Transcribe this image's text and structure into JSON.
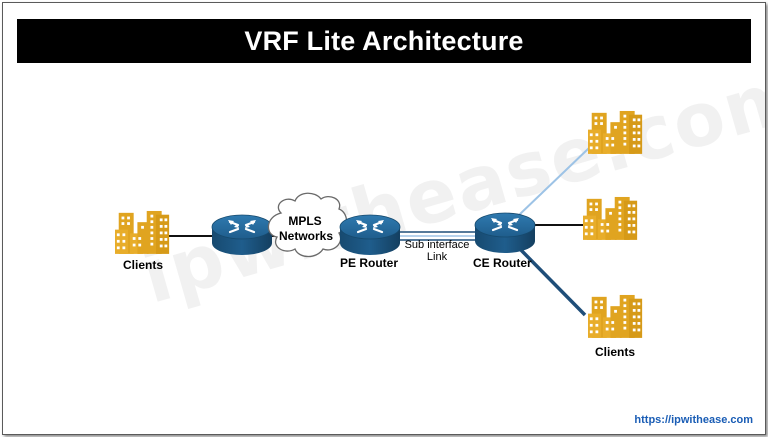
{
  "title": "VRF Lite Architecture",
  "watermark": "ipwithease.com",
  "nodes": {
    "left_clients": "Clients",
    "mpls_line1": "MPLS",
    "mpls_line2": "Networks",
    "pe_router": "PE Router",
    "ce_router": "CE Router",
    "right_clients": "Clients"
  },
  "links": {
    "subinterface_line1": "Sub interface",
    "subinterface_line2": "Link"
  },
  "footer_url": "https://ipwithease.com",
  "colors": {
    "title_bg": "#000000",
    "router": "#1f5d8c",
    "building": "#e0a420",
    "link_dark": "#1f4e79",
    "link_light": "#9dc3e6",
    "url": "#1a5db5"
  },
  "icons": [
    "building-icon",
    "router-icon",
    "cloud-icon"
  ]
}
